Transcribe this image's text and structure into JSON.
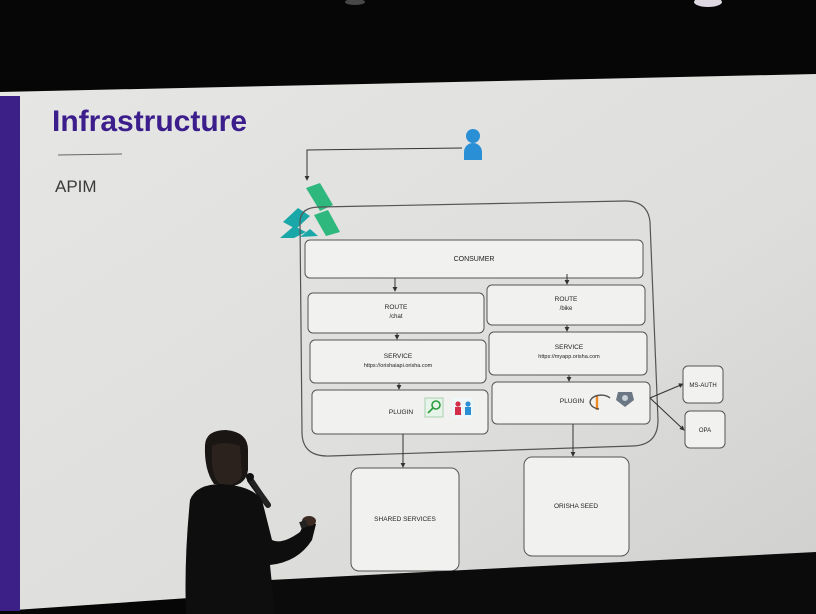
{
  "slide": {
    "title": "Infrastructure",
    "subtitle": "APIM"
  },
  "diagram": {
    "consumer_label": "CONSUMER",
    "routes": [
      {
        "label": "ROUTE",
        "path": "/chat"
      },
      {
        "label": "ROUTE",
        "path": "/bike"
      }
    ],
    "services": [
      {
        "label": "SERVICE",
        "url": "https://orishaiapi.orisha.com"
      },
      {
        "label": "SERVICE",
        "url": "https://myapp.orisha.com"
      }
    ],
    "plugins": [
      {
        "label": "PLUGIN",
        "icons": [
          "magnifier-key-icon",
          "users-icon"
        ]
      },
      {
        "label": "PLUGIN",
        "icons": [
          "openid-icon",
          "opa-icon"
        ]
      }
    ],
    "external": {
      "ms_auth": "MS-AUTH",
      "opa": "OPA"
    },
    "bottom_boxes": {
      "shared_services": "SHARED SERVICES",
      "orisha_seed": "ORISHA SEED"
    }
  },
  "colors": {
    "title": "#3b1d8c",
    "accent_purple": "#4a2a9e",
    "kong_green": "#2eb87d",
    "kong_teal": "#1aa7a7",
    "user_blue": "#2b8fd6",
    "screen_bg": "#e4e4e2"
  }
}
